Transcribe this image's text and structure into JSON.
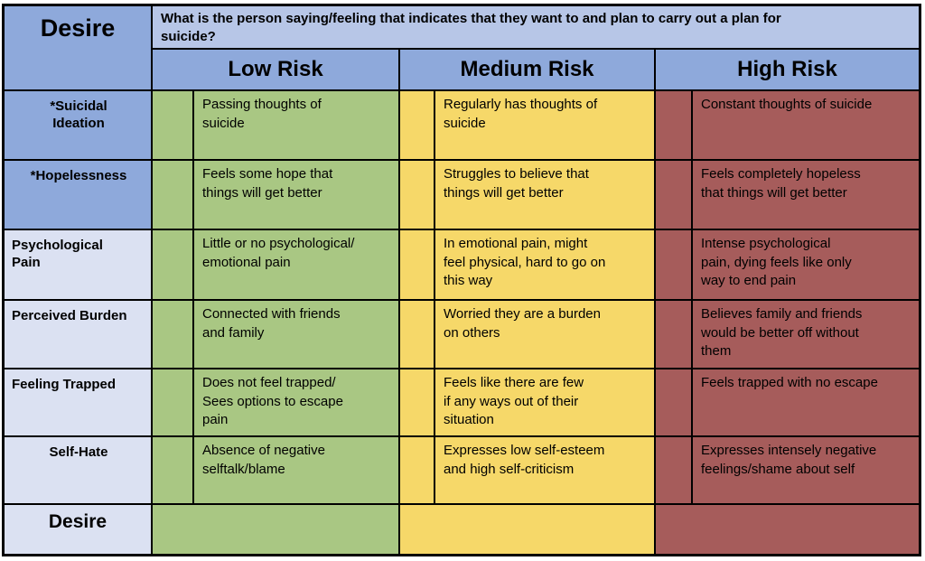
{
  "header": {
    "corner_label": "Desire",
    "question": "What is the person saying/feeling that indicates that they want to and plan to carry out a plan for\nsuicide?",
    "risk_levels": [
      "Low Risk",
      "Medium Risk",
      "High Risk"
    ]
  },
  "rows": [
    {
      "label": "*Suicidal\nIdeation",
      "low": "Passing thoughts of\nsuicide",
      "medium": "Regularly has thoughts of\nsuicide",
      "high": "Constant thoughts of suicide"
    },
    {
      "label": "*Hopelessness",
      "low": "Feels some hope that\nthings will get better",
      "medium": "Struggles to believe that\nthings will get better",
      "high": "Feels completely hopeless\nthat things will get better"
    },
    {
      "label": "Psychological\nPain",
      "low": "Little or no psychological/\nemotional pain",
      "medium": "In emotional pain, might\nfeel physical, hard to go on\nthis way",
      "high": "Intense psychological\npain, dying feels like only\nway to end pain"
    },
    {
      "label": "Perceived Burden",
      "low": "Connected with friends\nand family",
      "medium": "Worried they are a burden\non others",
      "high": "Believes family and friends\nwould be better off without\nthem"
    },
    {
      "label": "Feeling Trapped",
      "low": "Does not feel trapped/\nSees options to escape\npain",
      "medium": "Feels like there are few\nif any ways out of their\nsituation",
      "high": "Feels trapped with no escape"
    },
    {
      "label": "Self-Hate",
      "low": "Absence of negative\nselftalk/blame",
      "medium": "Expresses low self-esteem\nand high self-criticism",
      "high": "Expresses intensely negative\nfeelings/shame about self"
    }
  ],
  "footer": {
    "label": "Desire"
  },
  "colors": {
    "header_blue": "#8EA9DB",
    "question_blue": "#B7C6E7",
    "label_lavender": "#DBE1F2",
    "low_risk_green": "#A9C783",
    "medium_risk_yellow": "#F6D869",
    "high_risk_red": "#A65C5B",
    "border_black": "#000000"
  }
}
